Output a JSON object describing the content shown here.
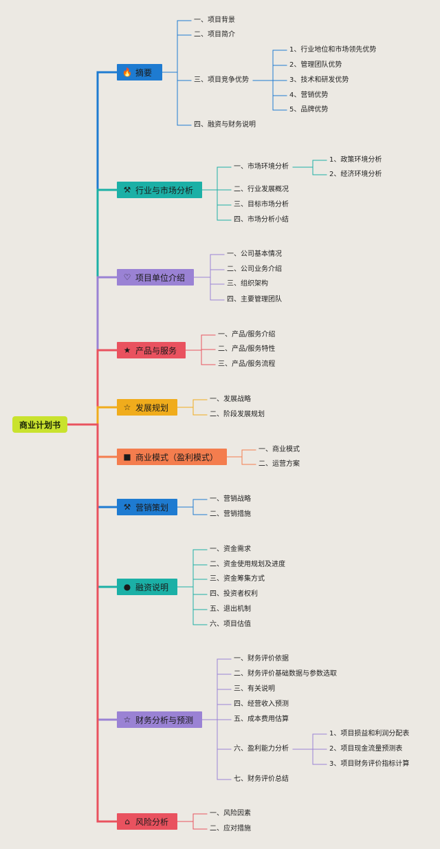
{
  "root": "商业计划书",
  "branches": [
    {
      "label": "摘要",
      "icon": "flame-icon",
      "glyph": "🔥",
      "color": "#1e7bd1",
      "children": [
        {
          "label": "一、项目背景"
        },
        {
          "label": "二、项目简介"
        },
        {
          "label": "三、项目竞争优势",
          "children": [
            "1、行业地位和市场领先优势",
            "2、管理团队优势",
            "3、技术和研发优势",
            "4、营销优势",
            "5、品牌优势"
          ]
        },
        {
          "label": "四、融资与财务说明"
        }
      ]
    },
    {
      "label": "行业与市场分析",
      "icon": "tools-icon",
      "glyph": "⚒",
      "color": "#1bb0a6",
      "children": [
        {
          "label": "一、市场环境分析",
          "children": [
            "1、政策环境分析",
            "2、经济环境分析"
          ]
        },
        {
          "label": "二、行业发展概况"
        },
        {
          "label": "三、目标市场分析"
        },
        {
          "label": "四、市场分析小结"
        }
      ]
    },
    {
      "label": "项目单位介绍",
      "icon": "heart-icon",
      "glyph": "♡",
      "color": "#9a82d4",
      "children": [
        {
          "label": "一、公司基本情况"
        },
        {
          "label": "二、公司业务介绍"
        },
        {
          "label": "三、组织架构"
        },
        {
          "label": "四、主要管理团队"
        }
      ]
    },
    {
      "label": "产品与服务",
      "icon": "star-filled-icon",
      "glyph": "★",
      "color": "#e9525f",
      "children": [
        {
          "label": "一、产品/服务介绍"
        },
        {
          "label": "二、产品/服务特性"
        },
        {
          "label": "三、产品/服务流程"
        }
      ]
    },
    {
      "label": "发展规划",
      "icon": "star-outline-icon",
      "glyph": "☆",
      "color": "#f0ac1c",
      "children": [
        {
          "label": "一、发展战略"
        },
        {
          "label": "二、阶段发展规划"
        }
      ]
    },
    {
      "label": "商业模式（盈利模式）",
      "icon": "flag-icon",
      "glyph": "■",
      "color": "#f47d4e",
      "children": [
        {
          "label": "一、商业模式"
        },
        {
          "label": "二、运营方案"
        }
      ]
    },
    {
      "label": "营销策划",
      "icon": "tools-icon",
      "glyph": "⚒",
      "color": "#1e7bd1",
      "children": [
        {
          "label": "一、营销战略"
        },
        {
          "label": "二、营销措施"
        }
      ]
    },
    {
      "label": "融资说明",
      "icon": "coin-icon",
      "glyph": "●",
      "color": "#1bb0a6",
      "children": [
        {
          "label": "一、资金需求"
        },
        {
          "label": "二、资金使用规划及进度"
        },
        {
          "label": "三、资金筹集方式"
        },
        {
          "label": "四、投资者权利"
        },
        {
          "label": "五、退出机制"
        },
        {
          "label": "六、项目估值"
        }
      ]
    },
    {
      "label": "财务分析与预测",
      "icon": "star-outline-icon",
      "glyph": "☆",
      "color": "#9a82d4",
      "children": [
        {
          "label": "一、财务评价依据"
        },
        {
          "label": "二、财务评价基础数据与参数选取"
        },
        {
          "label": "三、有关说明"
        },
        {
          "label": "四、经营收入预测"
        },
        {
          "label": "五、成本费用估算"
        },
        {
          "label": "六、盈利能力分析",
          "children": [
            "1、项目损益和利润分配表",
            "2、项目现金流量预测表",
            "3、项目财务评价指标计算"
          ]
        },
        {
          "label": "七、财务评价总结"
        }
      ]
    },
    {
      "label": "风险分析",
      "icon": "home-icon",
      "glyph": "⌂",
      "color": "#e9525f",
      "children": [
        {
          "label": "一、风险因素"
        },
        {
          "label": "二、应对措施"
        }
      ]
    }
  ]
}
